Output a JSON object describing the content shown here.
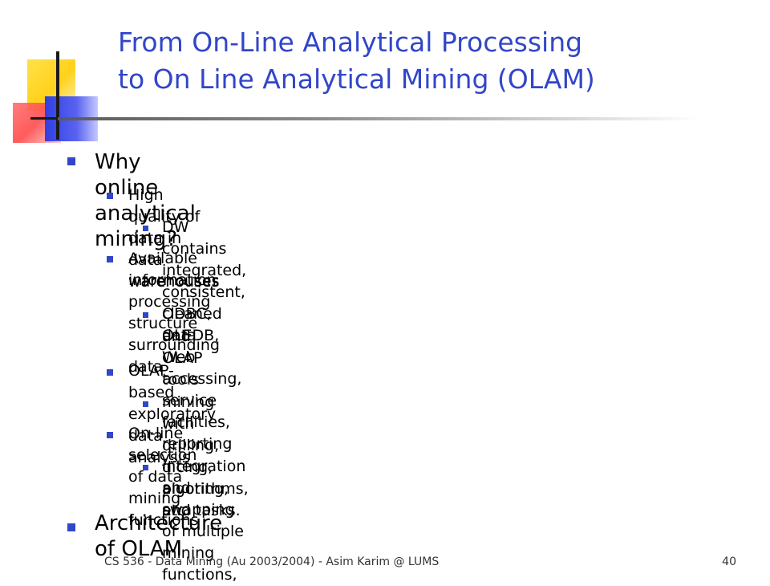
{
  "slide": {
    "title_line1": "From On-Line Analytical Processing",
    "title_line2": "to On Line Analytical Mining (OLAM)",
    "bullets": {
      "b1": "Why online analytical mining?",
      "b1_1": "High quality of data in data warehouses",
      "b1_1_1": "DW contains integrated, consistent, cleaned data",
      "b1_2_line1": "Available information processing structure surrounding data",
      "b1_2_line2": "warehouses",
      "b1_2_1_line1": "ODBC, OLEDB, Web accessing, service facilities, reporting",
      "b1_2_1_line2": "and OLAP tools",
      "b1_3": "OLAP-based exploratory data analysis",
      "b1_3_1": "mining with drilling, dicing, pivoting, etc.",
      "b1_4": "On-line selection of data mining functions",
      "b1_4_1_line1": "integration and swapping of multiple mining functions,",
      "b1_4_1_line2": "algorithms, and tasks.",
      "b2": "Architecture of OLAM"
    },
    "footer": {
      "course": "CS 536 - Data Mining (Au 2003/2004) - Asim Karim @ LUMS",
      "page_number": "40"
    },
    "colors": {
      "title": "#3246c8",
      "bullet": "#3246c8"
    }
  }
}
